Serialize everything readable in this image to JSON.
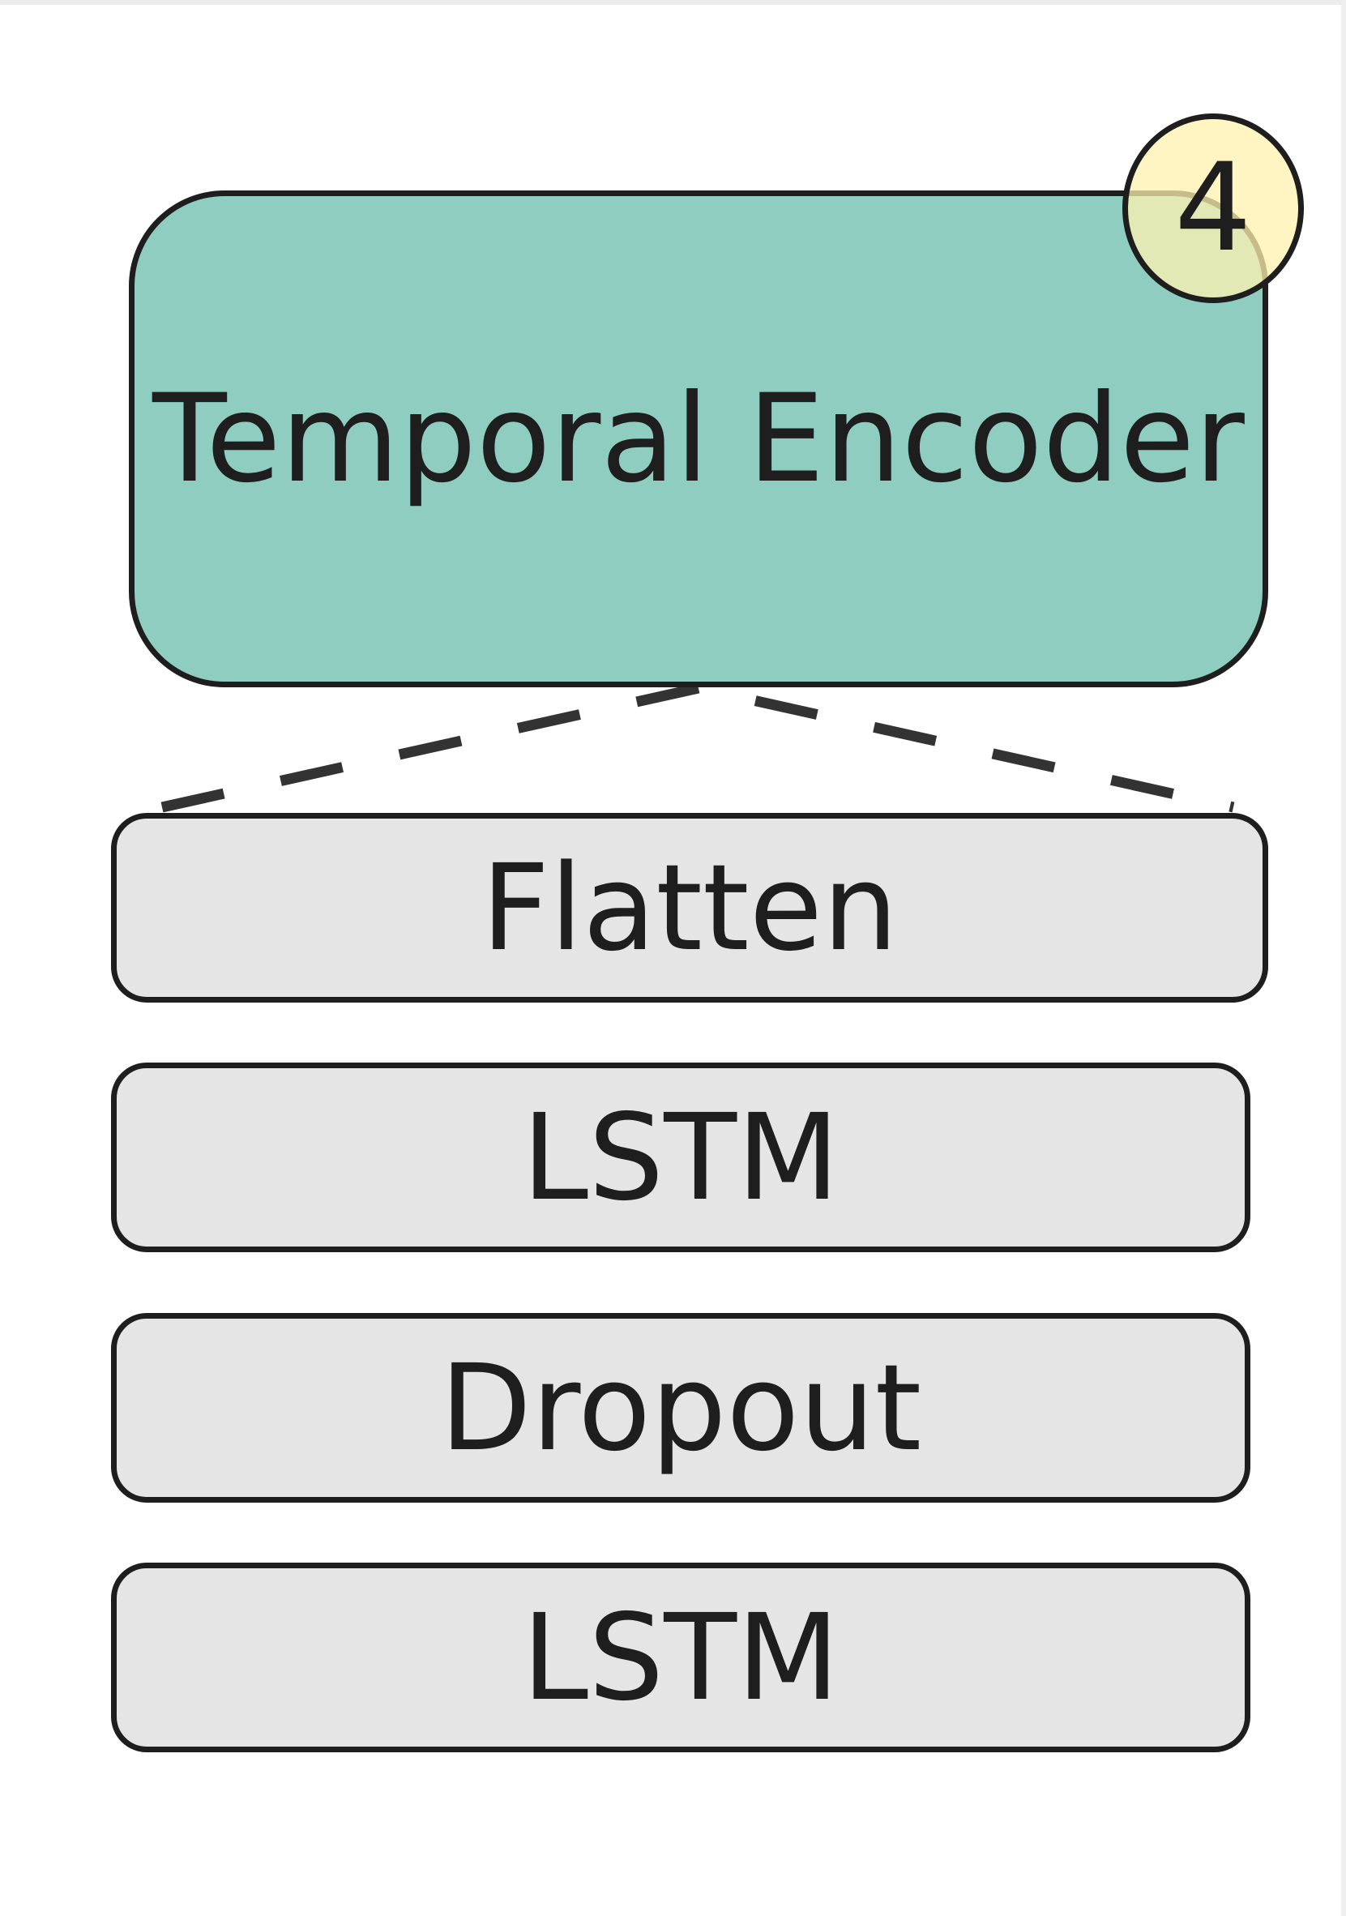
{
  "colors": {
    "encoder_fill": "#8fcdc1",
    "layer_fill": "#e5e5e5",
    "badge_fill": "#fff2af",
    "stroke": "#1e1e1e",
    "connector": "#333333"
  },
  "encoder": {
    "label": "Temporal Encoder",
    "badge": "4"
  },
  "layers": [
    {
      "label": "Flatten"
    },
    {
      "label": "LSTM"
    },
    {
      "label": "Dropout"
    },
    {
      "label": "LSTM"
    }
  ]
}
